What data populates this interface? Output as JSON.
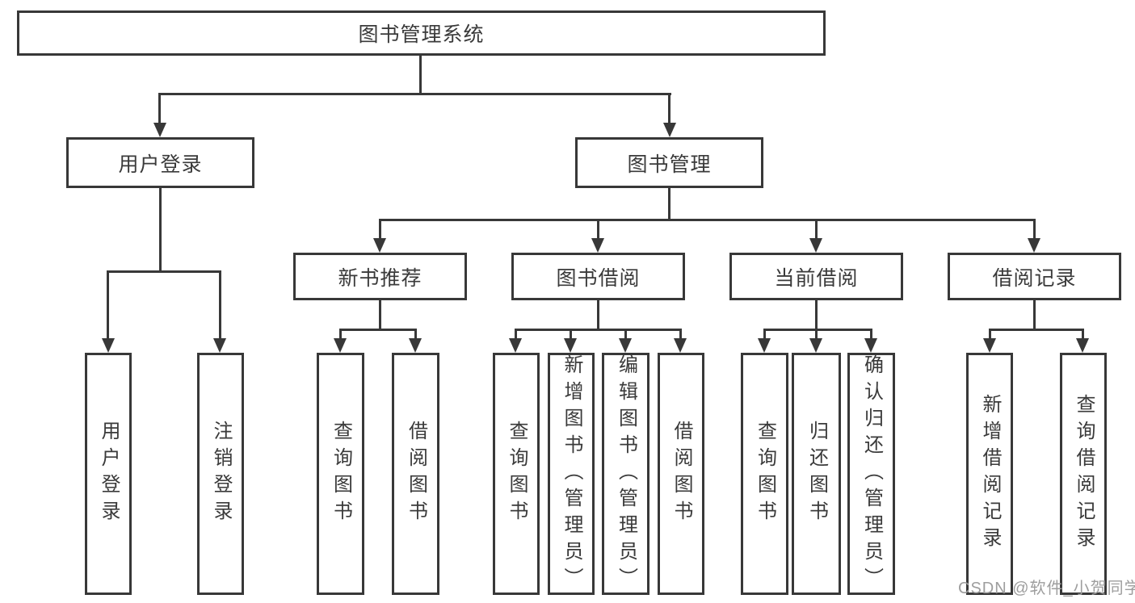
{
  "diagram": {
    "title": "图书管理系统",
    "root": "图书管理系统",
    "user_login": "用户登录",
    "book_mgmt": "图书管理",
    "new_books": "新书推荐",
    "book_borrow": "图书借阅",
    "current_borrow": "当前借阅",
    "borrow_records": "借阅记录",
    "leaf_user_login": "用户登录",
    "leaf_logout": "注销登录",
    "leaf_query_books_1": "查询图书",
    "leaf_borrow_books_1": "借阅图书",
    "leaf_query_books_2": "查询图书",
    "leaf_add_books": "新增图书（管理员）",
    "leaf_edit_books": "编辑图书（管理员）",
    "leaf_borrow_books_2": "借阅图书",
    "leaf_query_books_3": "查询图书",
    "leaf_return_books": "归还图书",
    "leaf_confirm_return": "确认归还（管理员）",
    "leaf_add_record": "新增借阅记录",
    "leaf_query_record": "查询借阅记录"
  },
  "watermark": "CSDN @软件_小贺同学",
  "colors": {
    "line": "#383838",
    "text": "#3a3a3a",
    "watermark": "#9e9e9e",
    "background": "#ffffff"
  }
}
